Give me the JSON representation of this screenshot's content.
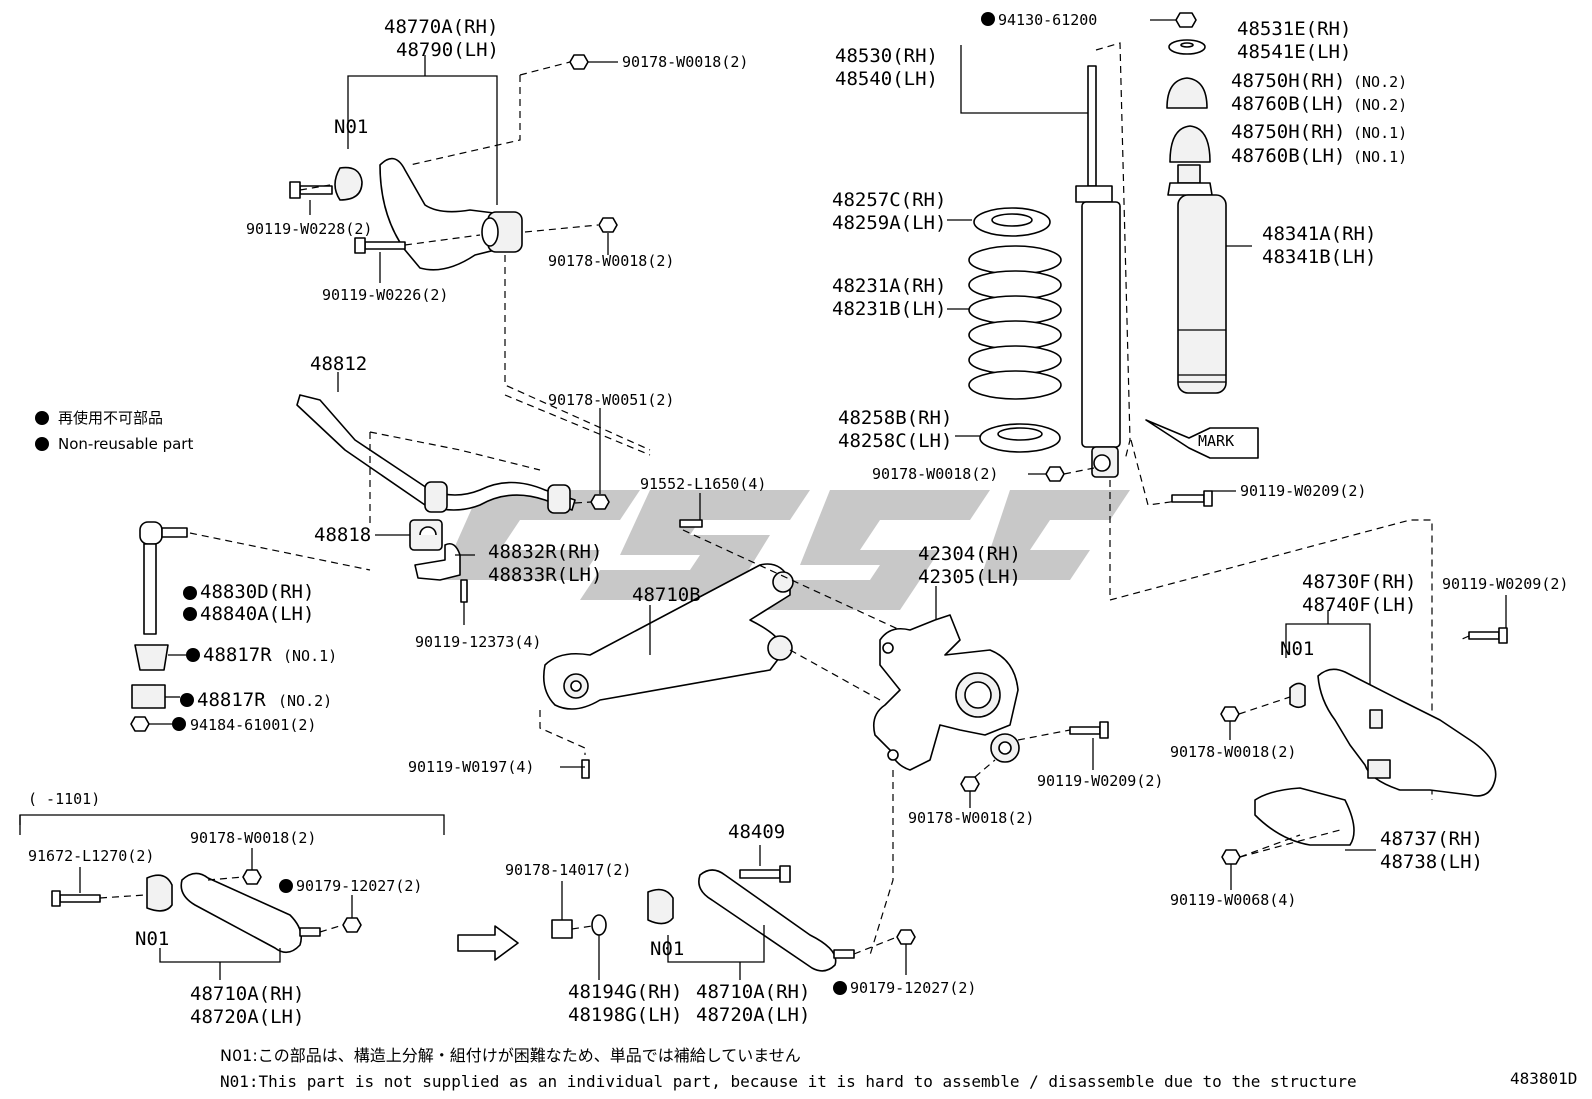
{
  "title": "",
  "diagram_code": "483801D",
  "legend": {
    "jp": "再使用不可部品",
    "en": "Non-reusable part"
  },
  "notes": {
    "jp": "N01:この部品は、構造上分解・組付けが困難なため、単品では補給していません",
    "en": "N01:This part is not supplied as an individual part, because it is hard to assemble / disassemble due to the structure"
  },
  "callouts": {
    "c48770a": "48770A(RH)",
    "c48790": "48790(LH)",
    "n01_upper": "N01",
    "c90178_w0018_top": "90178-W0018(2)",
    "c90119_w0228": "90119-W0228(2)",
    "c90178_w0018_upper": "90178-W0018(2)",
    "c90119_w0226": "90119-W0226(2)",
    "c48812": "48812",
    "c90178_w0051": "90178-W0051(2)",
    "c48818": "48818",
    "c48832r": "48832R(RH)",
    "c48833r": "48833R(LH)",
    "c90119_12373": "90119-12373(4)",
    "c48830d": "48830D(RH)",
    "c48840a": "48840A(LH)",
    "c48817r_1": "48817R",
    "no1": "(NO.1)",
    "c48817r_2": "48817R",
    "no2": "(NO.2)",
    "c94184": "94184-61001(2)",
    "c91552": "91552-L1650(4)",
    "c48710b": "48710B",
    "c90119_w0197": "90119-W0197(4)",
    "c94130": "94130-61200",
    "c48530": "48530(RH)",
    "c48540": "48540(LH)",
    "c48531e": "48531E(RH)",
    "c48541e": "48541E(LH)",
    "c48750h_2": "48750H(RH)",
    "c48760b_2": "48760B(LH)",
    "c48750h_1": "48750H(RH)",
    "c48760b_1": "48760B(LH)",
    "no2b": "(NO.2)",
    "no2c": "(NO.2)",
    "no1b": "(NO.1)",
    "no1c": "(NO.1)",
    "c48257c": "48257C(RH)",
    "c48259a": "48259A(LH)",
    "c48231a": "48231A(RH)",
    "c48231b": "48231B(LH)",
    "c48341a": "48341A(RH)",
    "c48341b": "48341B(LH)",
    "c48258b": "48258B(RH)",
    "c48258c": "48258C(LH)",
    "mark": "MARK",
    "c90178_w0018_shock": "90178-W0018(2)",
    "c90119_w0209_shock": "90119-W0209(2)",
    "c42304": "42304(RH)",
    "c42305": "42305(LH)",
    "c90119_w0209_knuckle": "90119-W0209(2)",
    "c90178_w0018_knuckle": "90178-W0018(2)",
    "c48730f": "48730F(RH)",
    "c48740f": "48740F(LH)",
    "c90119_w0209_right": "90119-W0209(2)",
    "n01_right": "N01",
    "c90178_w0018_right": "90178-W0018(2)",
    "c48737": "48737(RH)",
    "c48738": "48738(LH)",
    "c90119_w0068": "90119-W0068(4)",
    "range": "(    -1101)",
    "c91672": "91672-L1270(2)",
    "c90178_w0018_box": "90178-W0018(2)",
    "c90179_12027_box": "90179-12027(2)",
    "n01_box": "N01",
    "c48710a_box": "48710A(RH)",
    "c48720a_box": "48720A(LH)",
    "c90178_14017": "90178-14017(2)",
    "c48409": "48409",
    "n01_new": "N01",
    "c48194g": "48194G(RH)",
    "c48198g": "48198G(LH)",
    "c48710a_new": "48710A(RH)",
    "c48720a_new": "48720A(LH)",
    "c90179_12027_new": "90179-12027(2)"
  }
}
